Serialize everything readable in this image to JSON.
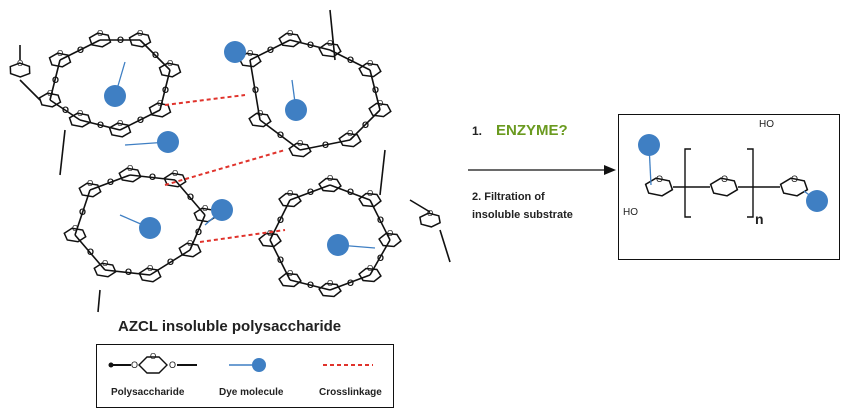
{
  "title": "AZCL insoluble polysaccharide",
  "steps": {
    "step1_number": "1.",
    "step1_text": "ENZYME?",
    "step2_text": "2. Filtration of insoluble substrate"
  },
  "legend": {
    "polysaccharide": "Polysaccharide",
    "dye": "Dye molecule",
    "crosslink": "Crosslinkage"
  },
  "product": {
    "ho_top": "HO",
    "ho_left": "HO",
    "repeat_n": "n"
  },
  "colors": {
    "dye": "#3f7fc3",
    "crosslink": "#e0332c",
    "enzyme": "#6a9a1f",
    "line": "#111111"
  }
}
